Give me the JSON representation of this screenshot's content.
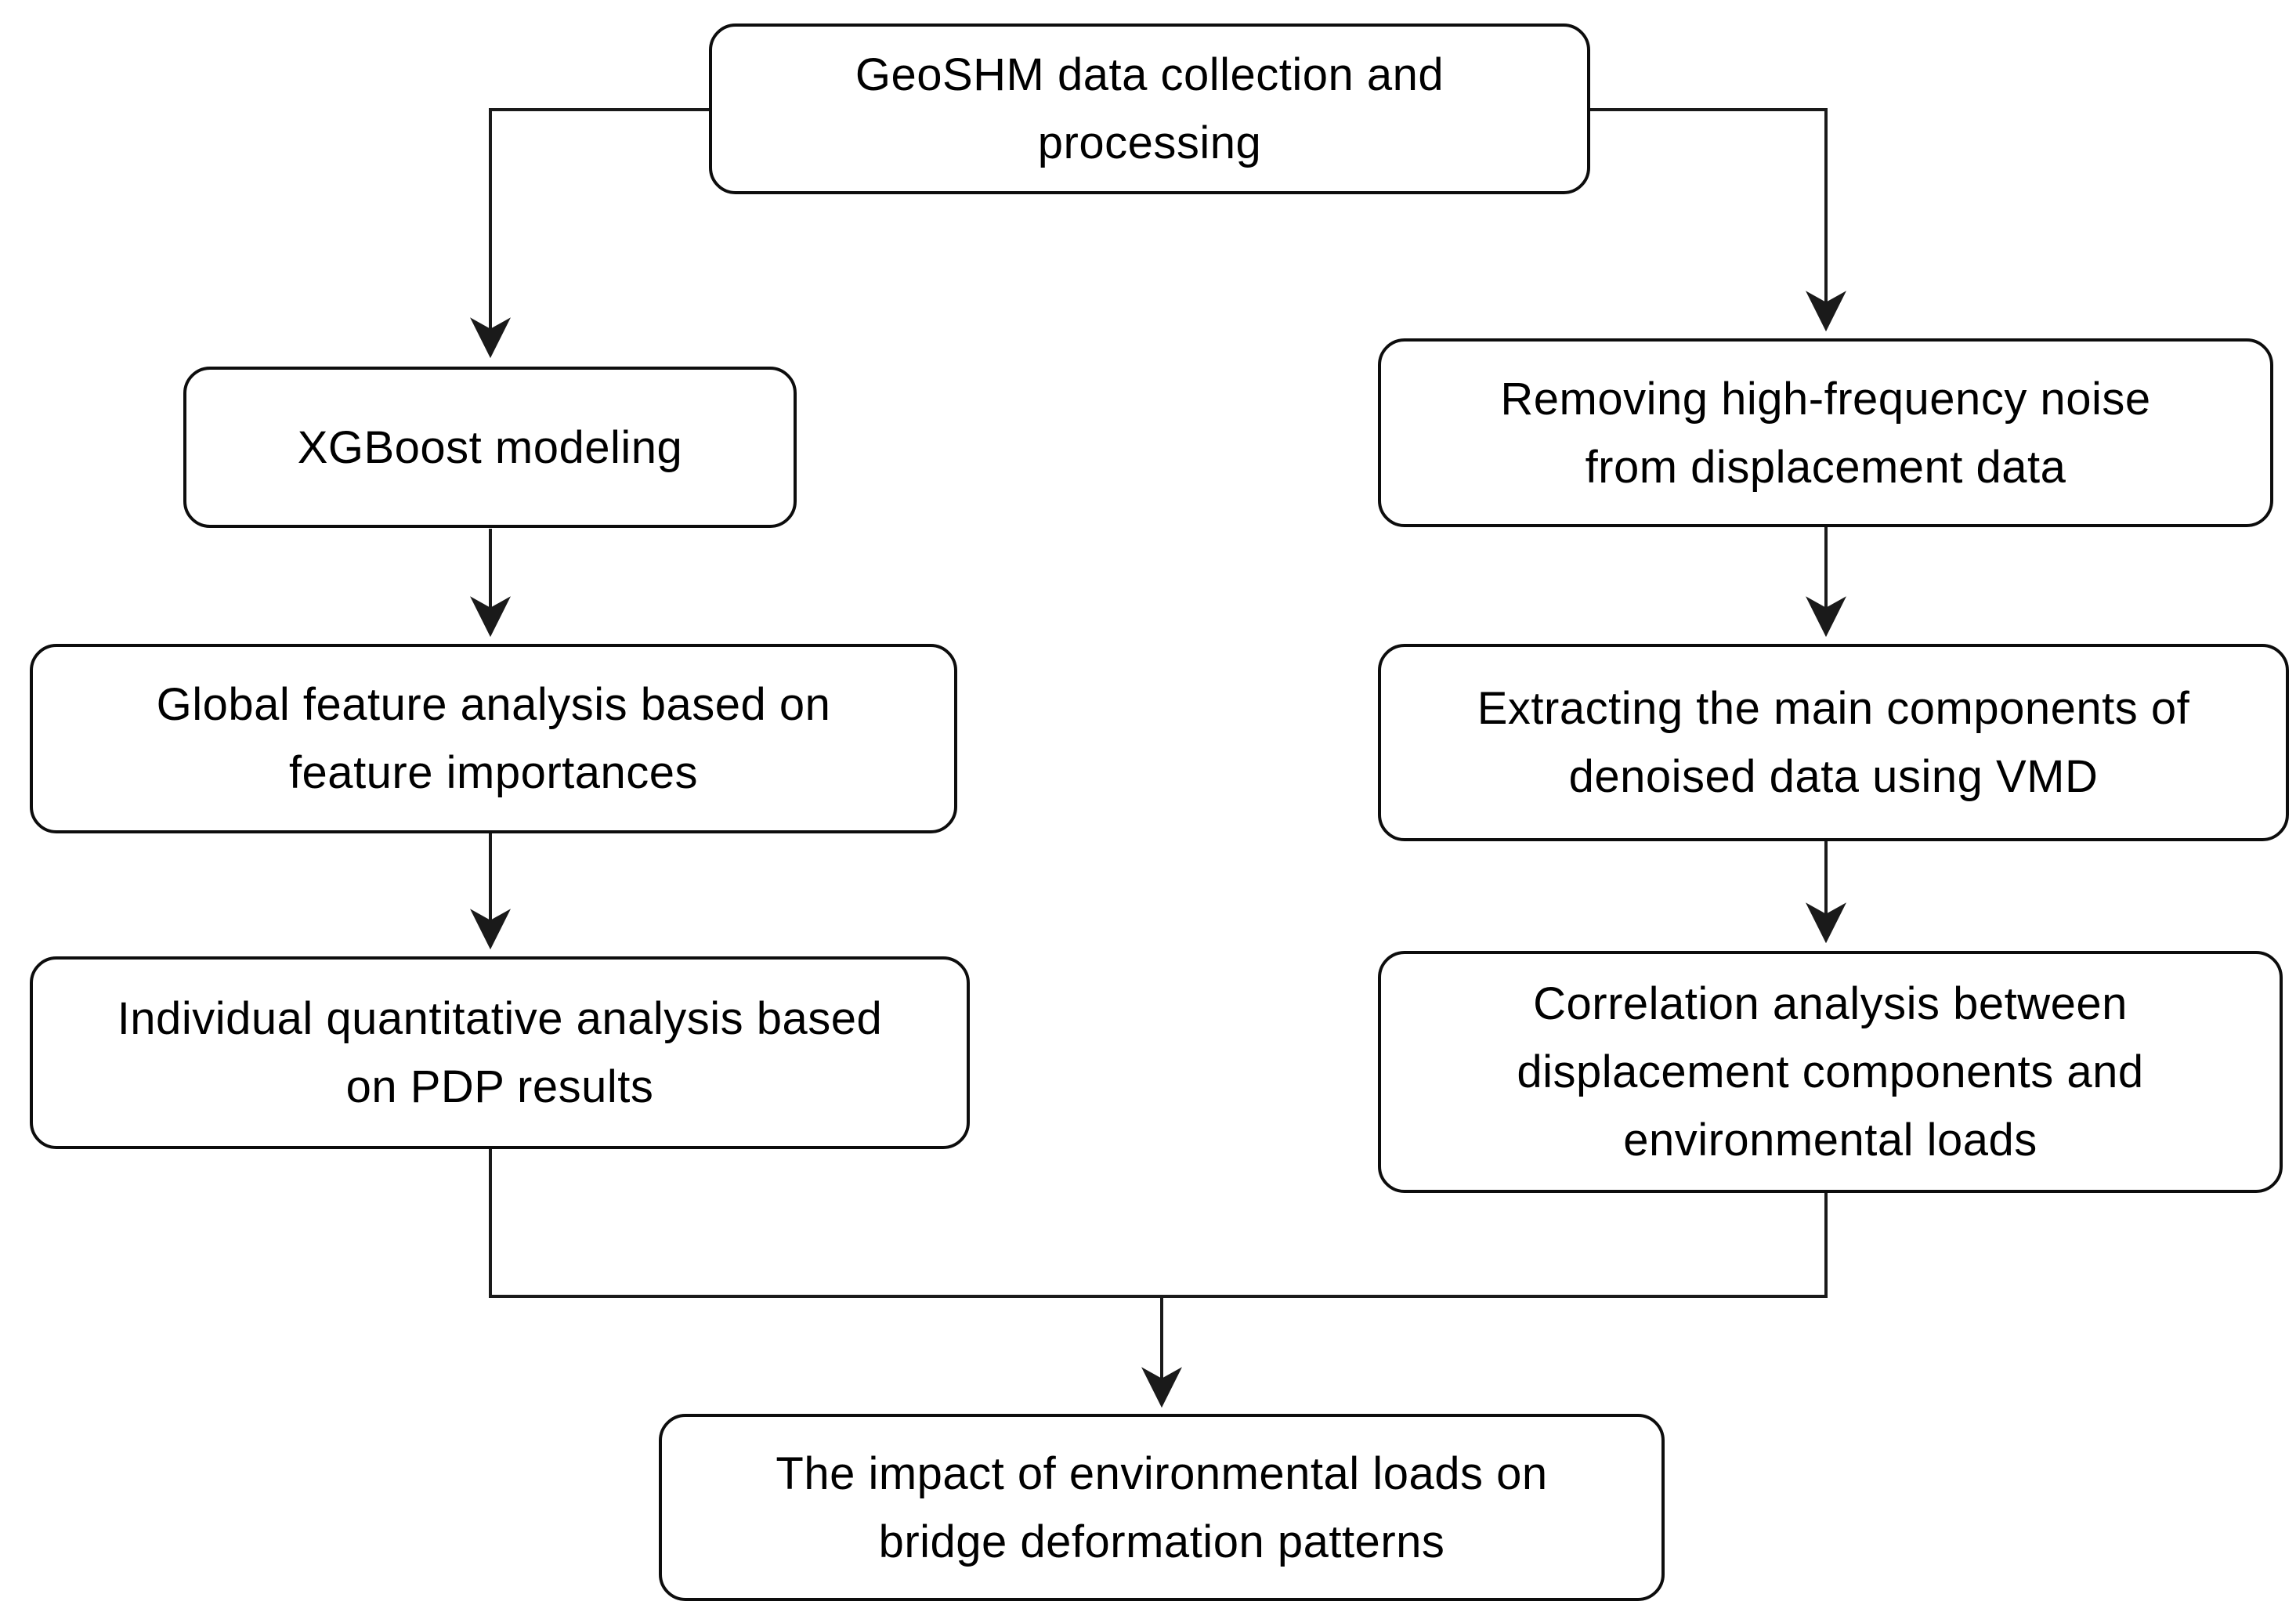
{
  "flowchart": {
    "type": "flowchart",
    "background_color": "#ffffff",
    "colors": {
      "node_fill": "#ffffff",
      "node_border": "#0d0d0d",
      "connector_line": "#1a1a1a",
      "text": "#000000"
    },
    "nodes": {
      "geoshm": {
        "label": "GeoSHM data collection and\nprocessing"
      },
      "xgboost": {
        "label": "XGBoost modeling"
      },
      "global_feature": {
        "label": "Global feature analysis based on\nfeature importances"
      },
      "individual_pdp": {
        "label": "Individual quantitative analysis based\non PDP results"
      },
      "removing_noise": {
        "label": "Removing high-frequency noise\nfrom displacement data"
      },
      "extracting_vmd": {
        "label": "Extracting the main components of\ndenoised data using VMD"
      },
      "correlation": {
        "label": "Correlation analysis between\ndisplacement components and\nenvironmental loads"
      },
      "impact": {
        "label": "The impact of environmental loads on\nbridge deformation patterns"
      }
    },
    "edges": [
      {
        "from": "geoshm",
        "to": "xgboost"
      },
      {
        "from": "geoshm",
        "to": "removing_noise"
      },
      {
        "from": "xgboost",
        "to": "global_feature"
      },
      {
        "from": "global_feature",
        "to": "individual_pdp"
      },
      {
        "from": "removing_noise",
        "to": "extracting_vmd"
      },
      {
        "from": "extracting_vmd",
        "to": "correlation"
      },
      {
        "from": "individual_pdp",
        "to": "impact"
      },
      {
        "from": "correlation",
        "to": "impact"
      }
    ]
  }
}
